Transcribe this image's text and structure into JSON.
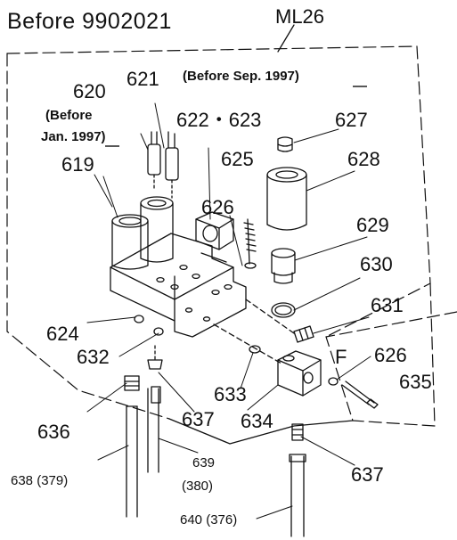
{
  "header": {
    "title": "Before 9902021",
    "group_code": "ML26"
  },
  "notes": {
    "sep1997": "(Before Sep. 1997)",
    "jan1997_line1": "(Before",
    "jan1997_line2": "Jan. 1997)"
  },
  "parts": {
    "p620": "620",
    "p621": "621",
    "p622_623": "622・623",
    "p627": "627",
    "p628": "628",
    "p625": "625",
    "p619": "619",
    "p626a": "626",
    "p629": "629",
    "p630": "630",
    "p631": "631",
    "pF": "F",
    "p626b": "626",
    "p635": "635",
    "p624": "624",
    "p632": "632",
    "p633": "633",
    "p634": "634",
    "p636": "636",
    "p637a": "637",
    "p637b": "637",
    "p638": "638 (379)",
    "p639_line1": "639",
    "p639_line2": "(380)",
    "p640": "640 (376)"
  }
}
